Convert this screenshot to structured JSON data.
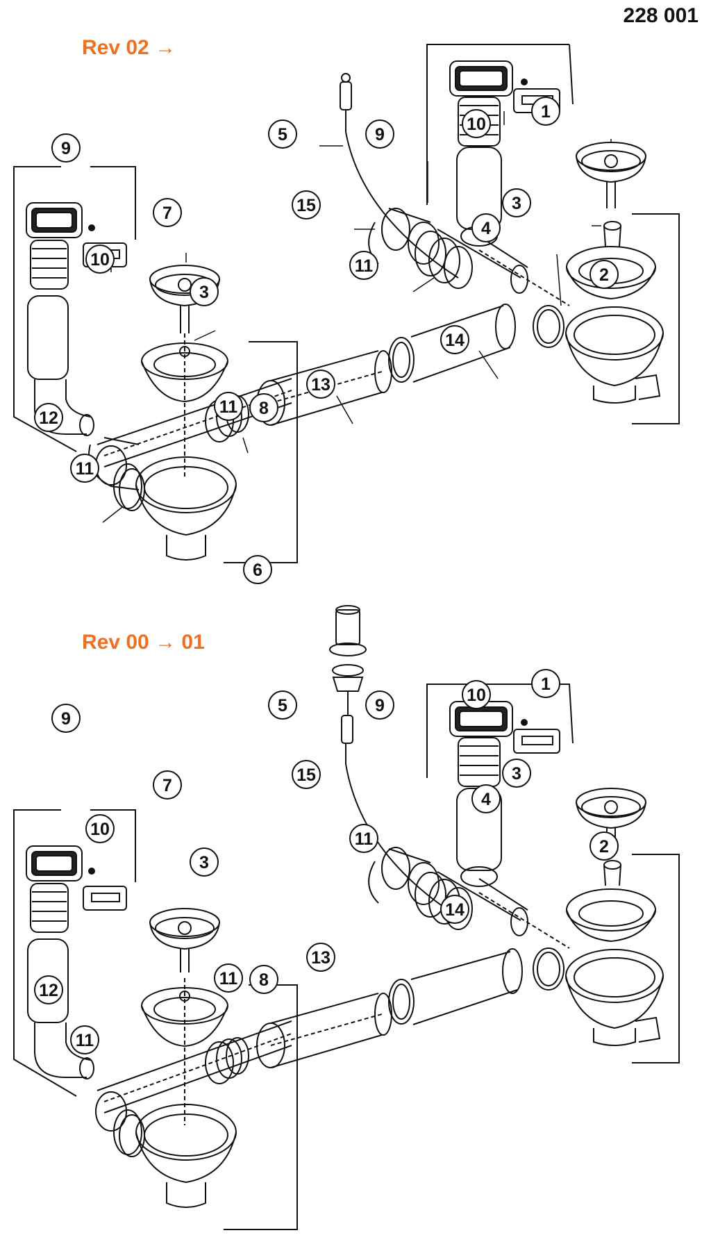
{
  "document_number": "228 001",
  "revisions": {
    "top": "Rev 02 →",
    "bottom": "Rev 00 → 01"
  },
  "colors": {
    "revision_label": "#f07020",
    "line": "#111111"
  },
  "callouts": {
    "top": [
      "1",
      "2",
      "3",
      "3",
      "4",
      "5",
      "7",
      "8",
      "9",
      "9",
      "10",
      "10",
      "11",
      "11",
      "11",
      "12",
      "13",
      "14",
      "15"
    ],
    "bottom": [
      "1",
      "2",
      "3",
      "3",
      "4",
      "5",
      "6",
      "7",
      "8",
      "9",
      "9",
      "10",
      "10",
      "11",
      "11",
      "11",
      "12",
      "13",
      "14",
      "15"
    ]
  }
}
